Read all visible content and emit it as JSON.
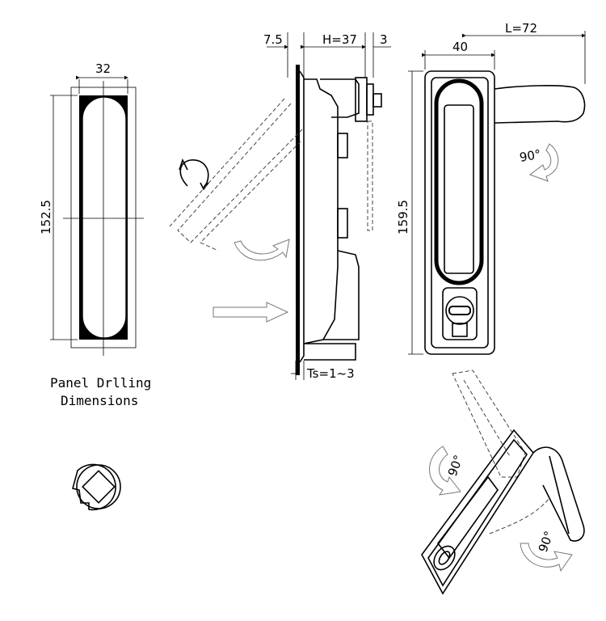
{
  "panel_view": {
    "width_label": "32",
    "height_label": "152.5"
  },
  "side_view": {
    "offset_label": "7.5",
    "height_label": "H=37",
    "gap_label": "3",
    "thickness_label": "Ts=1~3"
  },
  "front_view": {
    "width_label": "40",
    "length_label": "L=72",
    "height_label": "159.5",
    "rotation_label": "90°"
  },
  "iso_view": {
    "rotation_label_1": "90°",
    "rotation_label_2": "90°"
  },
  "caption": {
    "line1": "Panel Drlling",
    "line2": "Dimensions"
  }
}
